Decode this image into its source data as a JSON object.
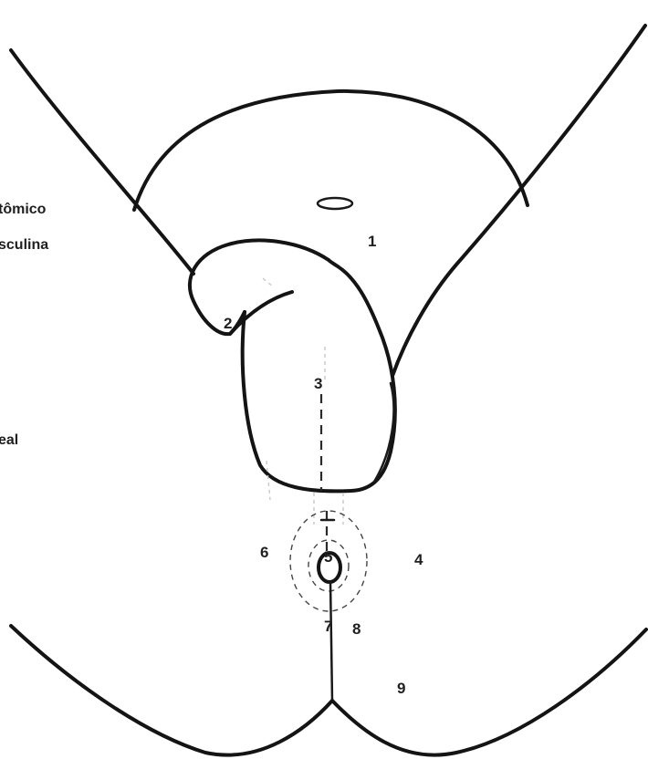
{
  "side_text": {
    "line1": "tômico",
    "line2": "sculina",
    "line3": "eal"
  },
  "labels": {
    "n1": "1",
    "n2": "2",
    "n3": "3",
    "n4": "4",
    "n5": "5",
    "n6": "6",
    "n7": "7",
    "n8": "8",
    "n9": "9"
  }
}
